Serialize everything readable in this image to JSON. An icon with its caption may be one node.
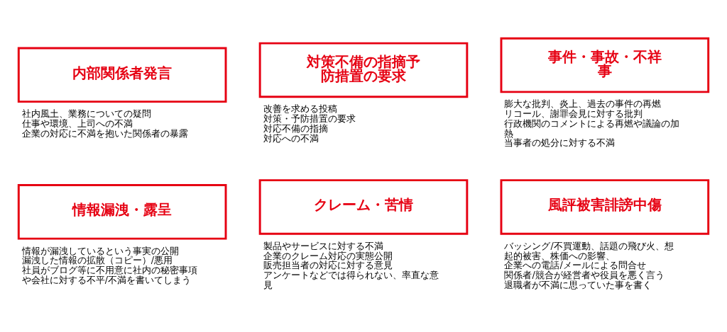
{
  "diagram": {
    "nodes": [
      {
        "text": [
          "内部関係者発言"
        ],
        "beside": [
          "社内風土、業務についての疑問",
          "仕事や環境、上司への不満",
          "企業の対応に不満を抱いた関係者の暴露"
        ]
      },
      {
        "text": [
          "対策不備の指摘予防措置の要求"
        ],
        "beside": [
          "改善を求める投稿",
          "対策・予防措置の要求",
          "対応不備の指摘",
          "対応への不満"
        ]
      },
      {
        "text": [
          "事件・事故・不祥事"
        ],
        "beside": [
          "膨大な批判、炎上、過去の事件の再燃",
          "リコール、謝罪会見に対する批判",
          "行政機関のコメントによる再燃や議論の加熱",
          "当事者の処分に対する不満"
        ]
      },
      {
        "text": [
          "情報漏洩・露呈"
        ],
        "beside": [
          "情報が漏洩しているという事実の公開",
          "漏洩した情報の拡散（コピー）/悪用",
          "社員がブログ等に不用意に社内の秘密事項や会社に対する不平/不満を書いてしまう"
        ]
      },
      {
        "text": [
          "クレーム・苦情"
        ],
        "beside": [
          "製品やサービスに対する不満",
          "企業のクレーム対応の実態公開",
          "販売担当者の対応に対する意見",
          "アンケートなどでは得られない、率直な意見"
        ]
      },
      {
        "text": [
          "風評被害誹謗中傷"
        ],
        "beside": [
          "バッシング/不買運動、話題の飛び火、想起的被害、株価への影響、",
          "企業への電話/メールによる問合せ",
          "関係者/競合が経営者や役員を悪く言う",
          "退職者が不満に思っていた事を書く"
        ]
      }
    ]
  }
}
